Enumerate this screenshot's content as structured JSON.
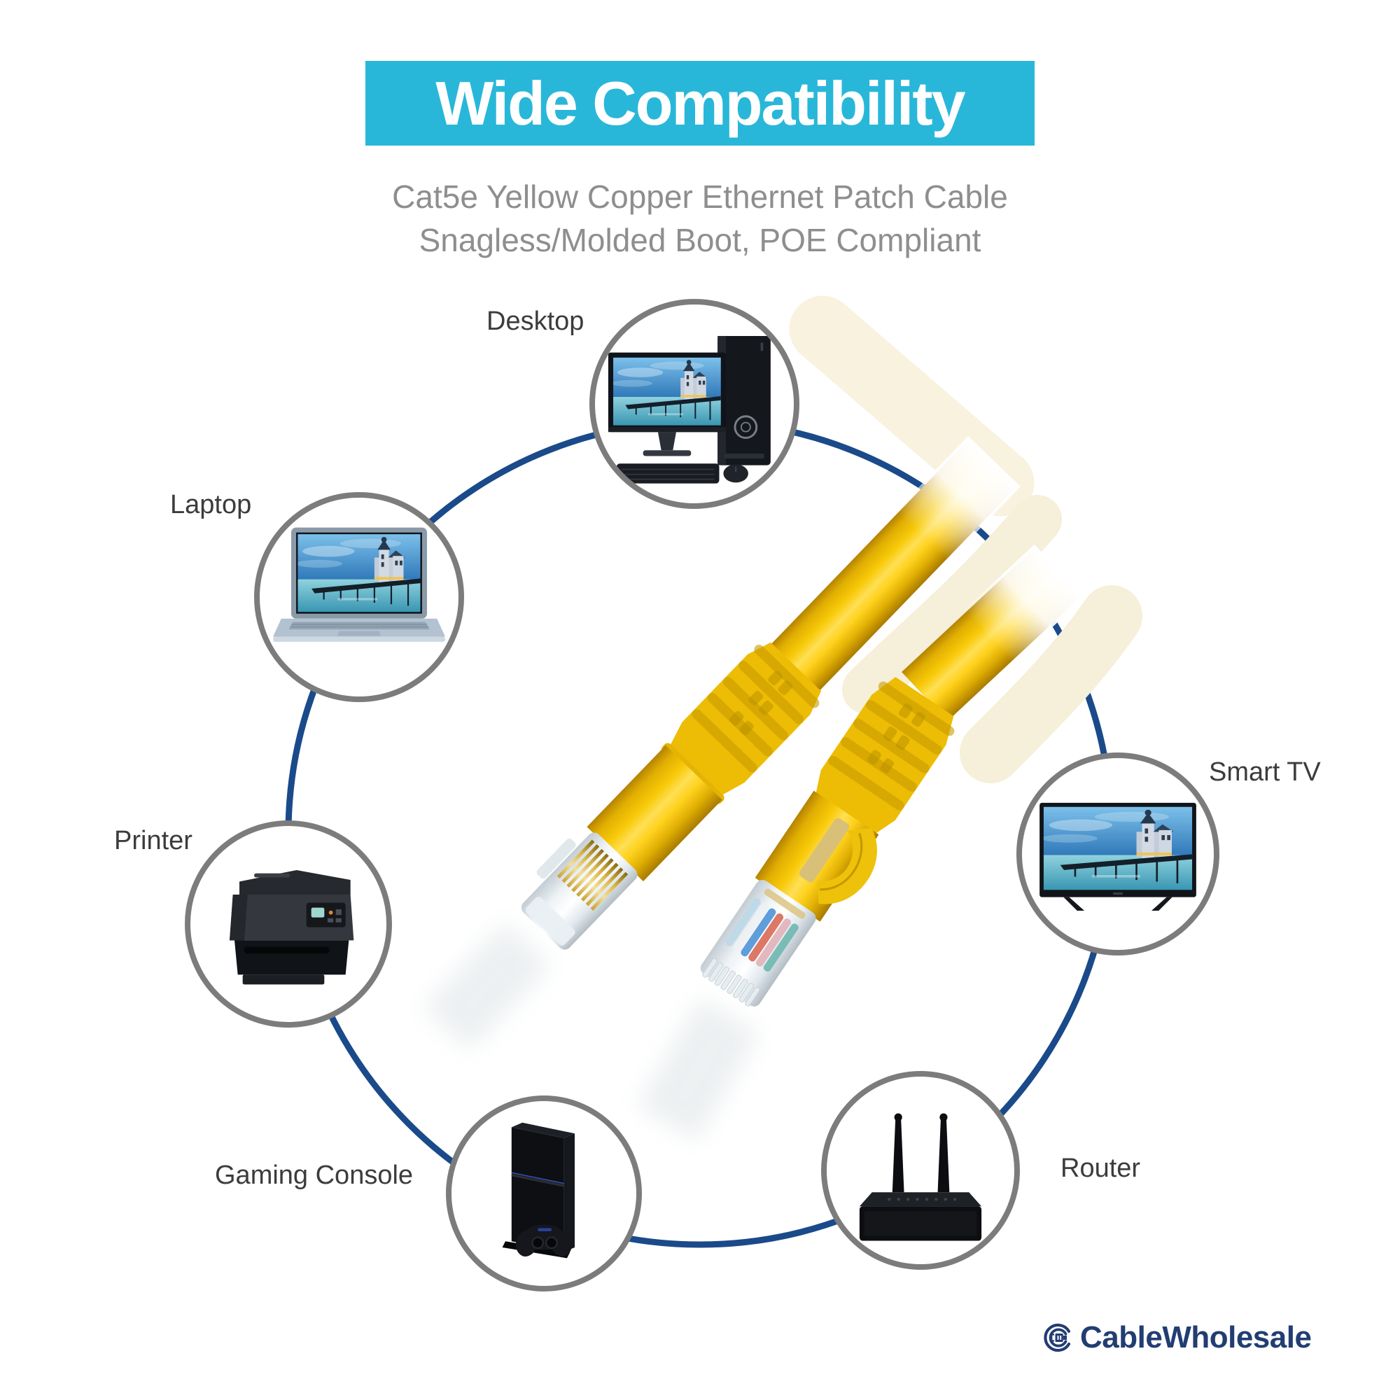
{
  "banner": {
    "title": "Wide Compatibility"
  },
  "subtitle": {
    "line1": "Cat5e Yellow Copper Ethernet Patch Cable",
    "line2": "Snagless/Molded Boot, POE Compliant"
  },
  "devices": [
    {
      "label": "Desktop"
    },
    {
      "label": "Laptop"
    },
    {
      "label": "Printer"
    },
    {
      "label": "Gaming Console"
    },
    {
      "label": "Router"
    },
    {
      "label": "Smart TV"
    }
  ],
  "brand": {
    "name": "CableWholesale"
  },
  "colors": {
    "banner_bg": "#29b7d9",
    "hub_ring_navy": "#1a4a8a",
    "circle_border_gray": "#7c7c7c",
    "label_text": "#3c3c3c",
    "subtitle_text": "#8e8e8e",
    "cable_yellow": "#f2c300",
    "brand_navy": "#223d72"
  }
}
